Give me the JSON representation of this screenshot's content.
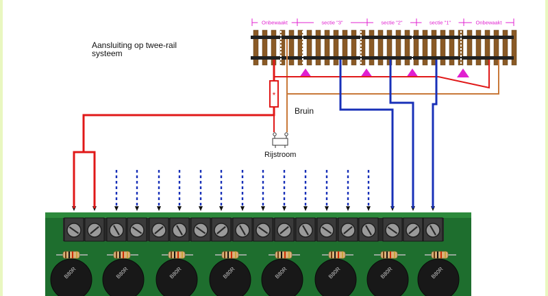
{
  "caption": {
    "line1": "Aansluiting op twee-rail",
    "line2": "systeem"
  },
  "labels": {
    "bruin": "Bruin",
    "rijstroom": "Rijstroom",
    "resistor_mark": "*"
  },
  "sections": [
    {
      "label": "Onbewaakt"
    },
    {
      "label": "sectie \"3\""
    },
    {
      "label": "sectie \"2\""
    },
    {
      "label": "sectie \"1\""
    },
    {
      "label": "Onbewaakt"
    }
  ],
  "board_mark": "B80R",
  "colors": {
    "red_wire": "#e01818",
    "blue_wire": "#1830b8",
    "brown_wire": "#c87838",
    "magenta": "#e020d0",
    "board_green": "#1e6e2e",
    "terminal": "#3a3a3a",
    "rail": "#202020",
    "sleeper": "#8a5a26"
  }
}
